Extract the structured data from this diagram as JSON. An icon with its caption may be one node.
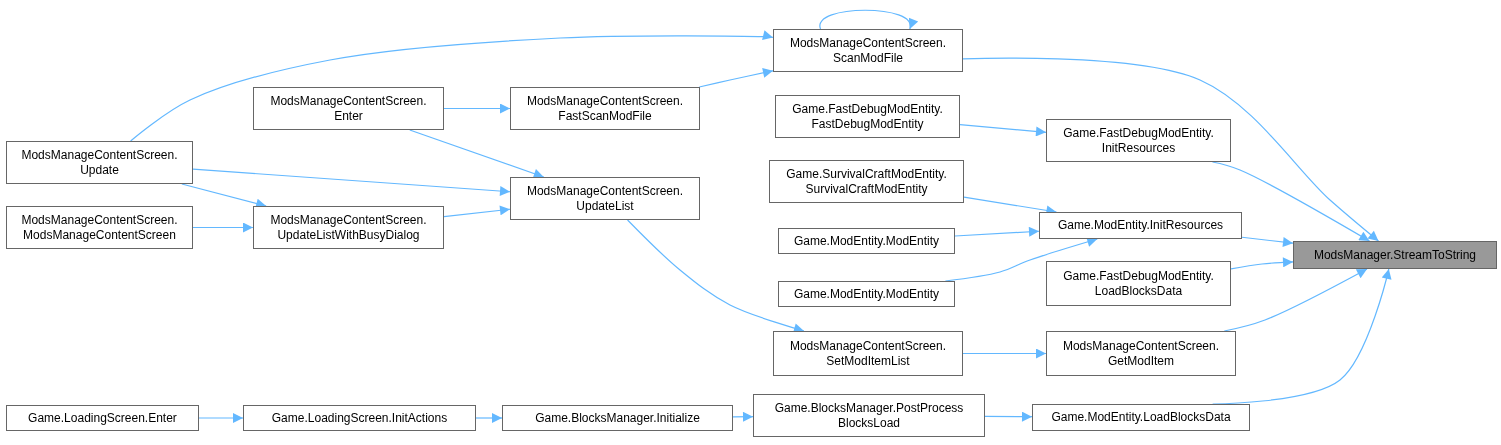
{
  "diagram": {
    "nodes": [
      {
        "text": [
          "ModsManageContentScreen. Update"
        ]
      },
      {
        "text": [
          "ModsManageContentScreen. ModsManageContentScreen"
        ]
      },
      {
        "text": [
          "ModsManageContentScreen. Enter"
        ]
      },
      {
        "text": [
          "ModsManageContentScreen. UpdateListWithBusyDialog"
        ]
      },
      {
        "text": [
          "ModsManageContentScreen. FastScanModFile"
        ]
      },
      {
        "text": [
          "ModsManageContentScreen. UpdateList"
        ]
      },
      {
        "text": [
          "ModsManageContentScreen. ScanModFile"
        ]
      },
      {
        "text": [
          "Game.FastDebugModEntity. FastDebugModEntity"
        ]
      },
      {
        "text": [
          "Game.SurvivalCraftModEntity. SurvivalCraftModEntity"
        ]
      },
      {
        "text": [
          "Game.ModEntity.ModEntity"
        ]
      },
      {
        "text": [
          "Game.ModEntity.ModEntity"
        ]
      },
      {
        "text": [
          "ModsManageContentScreen. SetModItemList"
        ]
      },
      {
        "text": [
          "Game.FastDebugModEntity. InitResources"
        ]
      },
      {
        "text": [
          "Game.ModEntity.InitResources"
        ]
      },
      {
        "text": [
          "Game.FastDebugModEntity. LoadBlocksData"
        ]
      },
      {
        "text": [
          "ModsManageContentScreen. GetModItem"
        ]
      },
      {
        "text": [
          "Game.ModEntity.LoadBlocksData"
        ]
      },
      {
        "text": [
          "ModsManager.StreamToString"
        ]
      },
      {
        "text": [
          "Game.LoadingScreen.Enter"
        ]
      },
      {
        "text": [
          "Game.LoadingScreen.InitActions"
        ]
      },
      {
        "text": [
          "Game.BlocksManager.Initialize"
        ]
      },
      {
        "text": [
          "Game.BlocksManager.PostProcess BlocksLoad"
        ]
      }
    ],
    "edges": [
      {
        "from": 0,
        "to": 6,
        "arrow": "to"
      },
      {
        "from": 0,
        "to": 5,
        "arrow": "to"
      },
      {
        "from": 0,
        "to": 3,
        "arrow": "to"
      },
      {
        "from": 1,
        "to": 3,
        "arrow": "to"
      },
      {
        "from": 2,
        "to": 4,
        "arrow": "to"
      },
      {
        "from": 2,
        "to": 5,
        "arrow": "to"
      },
      {
        "from": 3,
        "to": 5,
        "arrow": "to"
      },
      {
        "from": 4,
        "to": 6,
        "arrow": "to"
      },
      {
        "from": 6,
        "to": 6,
        "arrow": "to"
      },
      {
        "from": 5,
        "to": 11,
        "arrow": "to"
      },
      {
        "from": 6,
        "to": 17,
        "arrow": "to"
      },
      {
        "from": 7,
        "to": 12,
        "arrow": "to"
      },
      {
        "from": 8,
        "to": 13,
        "arrow": "to"
      },
      {
        "from": 9,
        "to": 13,
        "arrow": "to"
      },
      {
        "from": 10,
        "to": 13,
        "arrow": "to"
      },
      {
        "from": 12,
        "to": 17,
        "arrow": "to"
      },
      {
        "from": 13,
        "to": 17,
        "arrow": "to"
      },
      {
        "from": 14,
        "to": 17,
        "arrow": "to"
      },
      {
        "from": 11,
        "to": 15,
        "arrow": "to"
      },
      {
        "from": 15,
        "to": 17,
        "arrow": "to"
      },
      {
        "from": 16,
        "to": 17,
        "arrow": "to"
      },
      {
        "from": 18,
        "to": 19,
        "arrow": "to"
      },
      {
        "from": 19,
        "to": 20,
        "arrow": "to"
      },
      {
        "from": 20,
        "to": 21,
        "arrow": "to"
      },
      {
        "from": 21,
        "to": 16,
        "arrow": "to"
      }
    ]
  }
}
